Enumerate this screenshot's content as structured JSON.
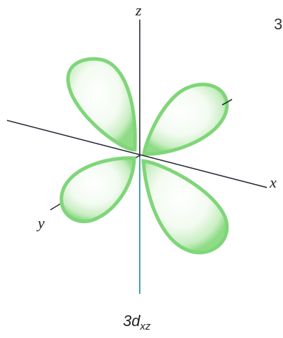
{
  "axes": {
    "z_label": "z",
    "x_label": "x",
    "y_label": "y"
  },
  "orbital": {
    "label_main": "3d",
    "label_sub": "xz",
    "lobe_color": "#6fd36a"
  },
  "corner_text": "3"
}
